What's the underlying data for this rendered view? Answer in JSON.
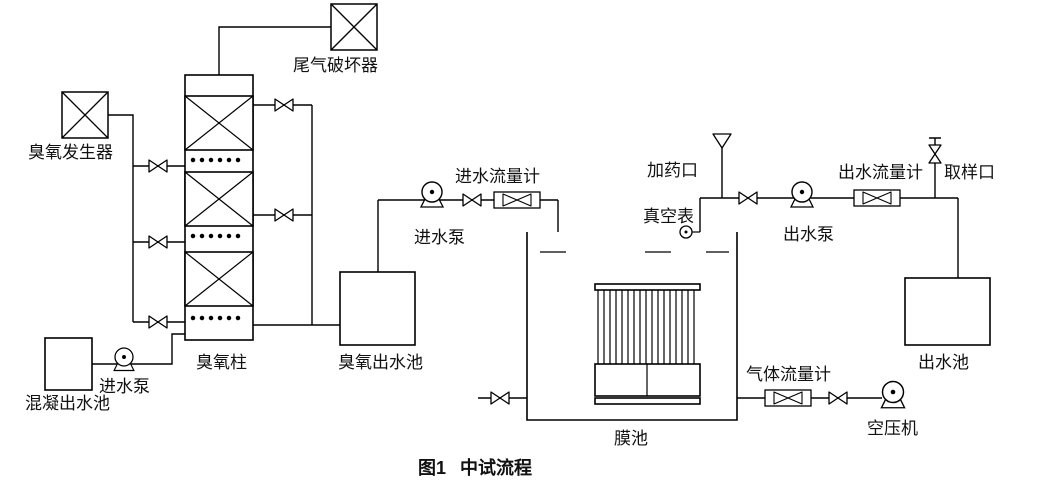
{
  "figure": {
    "caption_number": "图1",
    "caption_title": "中试流程"
  },
  "components": {
    "tail_gas_destructor": {
      "label": "尾气破坏器"
    },
    "ozone_generator": {
      "label": "臭氧发生器"
    },
    "ozone_column": {
      "label": "臭氧柱"
    },
    "coagulation_effluent_tank": {
      "label": "混凝出水池"
    },
    "feed_pump_left": {
      "label": "进水泵"
    },
    "ozone_effluent_tank": {
      "label": "臭氧出水池"
    },
    "feed_pump_mid": {
      "label": "进水泵"
    },
    "feed_flow_meter": {
      "label": "进水流量计"
    },
    "dosing_port": {
      "label": "加药口"
    },
    "vacuum_gauge": {
      "label": "真空表"
    },
    "membrane_tank": {
      "label": "膜池"
    },
    "effluent_pump": {
      "label": "出水泵"
    },
    "effluent_flow_meter": {
      "label": "出水流量计"
    },
    "sampling_port": {
      "label": "取样口"
    },
    "effluent_tank": {
      "label": "出水池"
    },
    "gas_flow_meter": {
      "label": "气体流量计"
    },
    "air_compressor": {
      "label": "空压机"
    }
  },
  "colors": {
    "line": "#000000",
    "background": "#ffffff"
  }
}
